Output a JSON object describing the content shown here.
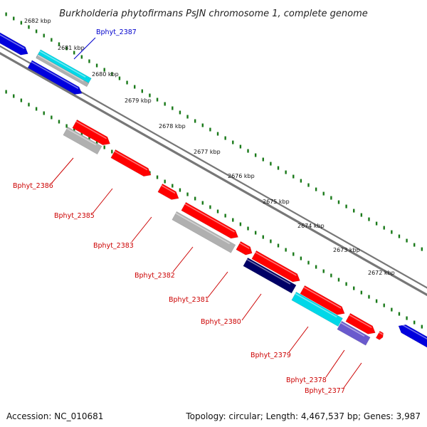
{
  "title": "Burkholderia phytofirmans PsJN chromosome 1, complete genome",
  "footer": {
    "accession": "Accession: NC_010681",
    "stats": "Topology: circular; Length: 4,467,537 bp; Genes: 3,987"
  },
  "ticks": [
    "2682 kbp",
    "2681 kbp",
    "2680 kbp",
    "2679 kbp",
    "2678 kbp",
    "2677 kbp",
    "2676 kbp",
    "2675 kbp",
    "2674 kbp",
    "2673 kbp",
    "2672 kbp"
  ],
  "colors": {
    "cds": "#ff0000",
    "trna_like": "#0000dd",
    "gray_feature": "#b0b0b0",
    "cyan_feature": "#00d8e8",
    "navy_feature": "#000066",
    "purple_feature": "#6a5acd",
    "tick_mark": "#1a7a1a",
    "backbone": "#777777",
    "label_blue": "#0000cc",
    "label_red": "#cc0000"
  },
  "gene_labels": [
    {
      "id": "Bphyt_2387",
      "color": "label_blue"
    },
    {
      "id": "Bphyt_2386",
      "color": "label_red"
    },
    {
      "id": "Bphyt_2385",
      "color": "label_red"
    },
    {
      "id": "Bphyt_2383",
      "color": "label_red"
    },
    {
      "id": "Bphyt_2382",
      "color": "label_red"
    },
    {
      "id": "Bphyt_2381",
      "color": "label_red"
    },
    {
      "id": "Bphyt_2380",
      "color": "label_red"
    },
    {
      "id": "Bphyt_2379",
      "color": "label_red"
    },
    {
      "id": "Bphyt_2378",
      "color": "label_red"
    },
    {
      "id": "Bphyt_2377",
      "color": "label_red"
    }
  ]
}
